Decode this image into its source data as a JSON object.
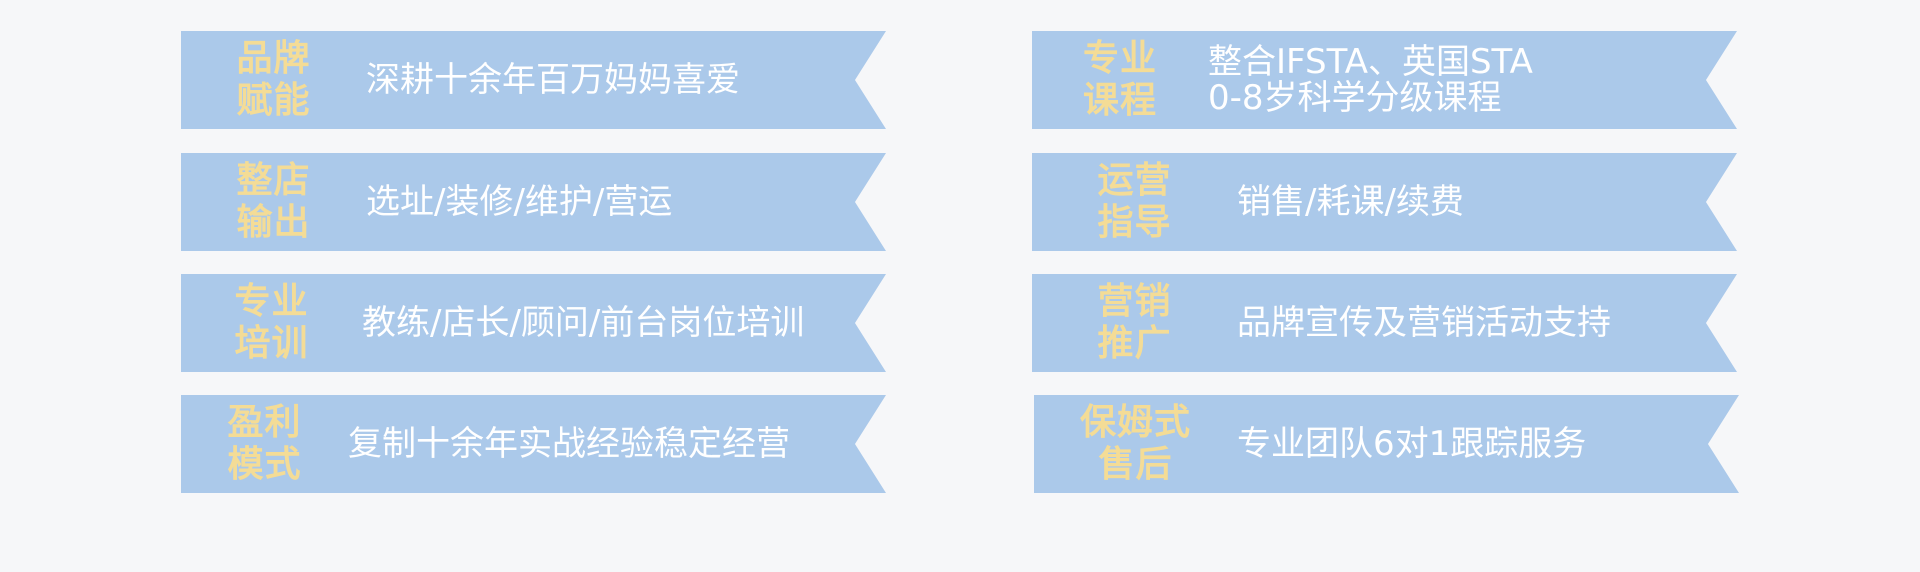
{
  "colors": {
    "background": "#f6f7f9",
    "banner": "#abc9ea",
    "tag_text": "#f4dc96",
    "desc_text": "#ffffff"
  },
  "left": [
    {
      "tag": [
        "品牌",
        "赋能"
      ],
      "desc": [
        "深耕十余年百万妈妈喜爱"
      ]
    },
    {
      "tag": [
        "整店",
        "输出"
      ],
      "desc": [
        "选址/装修/维护/营运"
      ]
    },
    {
      "tag": [
        "专业",
        "培训"
      ],
      "desc": [
        "教练/店长/顾问/前台岗位培训"
      ]
    },
    {
      "tag": [
        "盈利",
        "模式"
      ],
      "desc": [
        "复制十余年实战经验稳定经营"
      ]
    }
  ],
  "right": [
    {
      "tag": [
        "专业",
        "课程"
      ],
      "desc": [
        "整合IFSTA、英国STA",
        "0-8岁科学分级课程"
      ]
    },
    {
      "tag": [
        "运营",
        "指导"
      ],
      "desc": [
        "销售/耗课/续费"
      ]
    },
    {
      "tag": [
        "营销",
        "推广"
      ],
      "desc": [
        "品牌宣传及营销活动支持"
      ]
    },
    {
      "tag": [
        "保姆式",
        "售后"
      ],
      "desc": [
        "专业团队6对1跟踪服务"
      ]
    }
  ]
}
